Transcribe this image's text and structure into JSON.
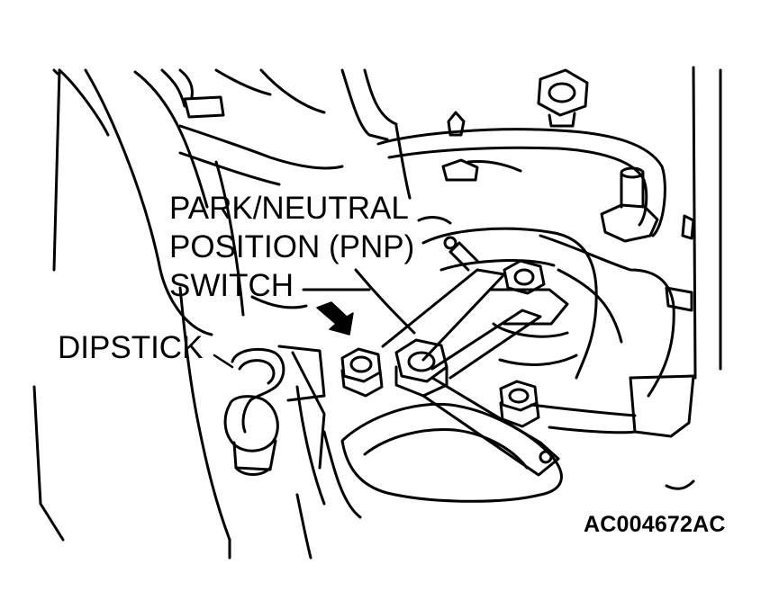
{
  "labels": {
    "pnp_line1": "PARK/NEUTRAL",
    "pnp_line2": "POSITION (PNP)",
    "pnp_line3": "SWITCH",
    "dipstick": "DIPSTICK"
  },
  "figure_id": "AC004672AC",
  "colors": {
    "ink": "#000000",
    "paper": "#ffffff"
  }
}
